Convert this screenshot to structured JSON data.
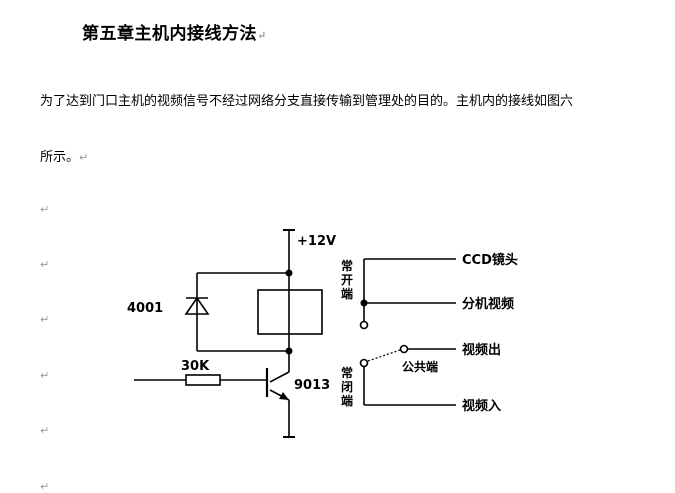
{
  "document": {
    "title": "第五章主机内接线方法",
    "paragraph_line1": "为了达到门口主机的视频信号不经过网络分支直接传输到管理处的目的。主机内的接线如图六",
    "paragraph_line2": "所示。",
    "return_mark": "↵"
  },
  "diagram": {
    "supply": "+12V",
    "diode": "4001",
    "resistor": "30K",
    "transistor": "9013",
    "nc_label_1": "常",
    "nc_label_2": "开",
    "nc_label_3": "端",
    "no_label_1": "常",
    "no_label_2": "闭",
    "no_label_3": "端",
    "ccd": "CCD镜头",
    "extension_video": "分机视频",
    "video_out": "视频出",
    "common": "公共端",
    "video_in": "视频入"
  }
}
